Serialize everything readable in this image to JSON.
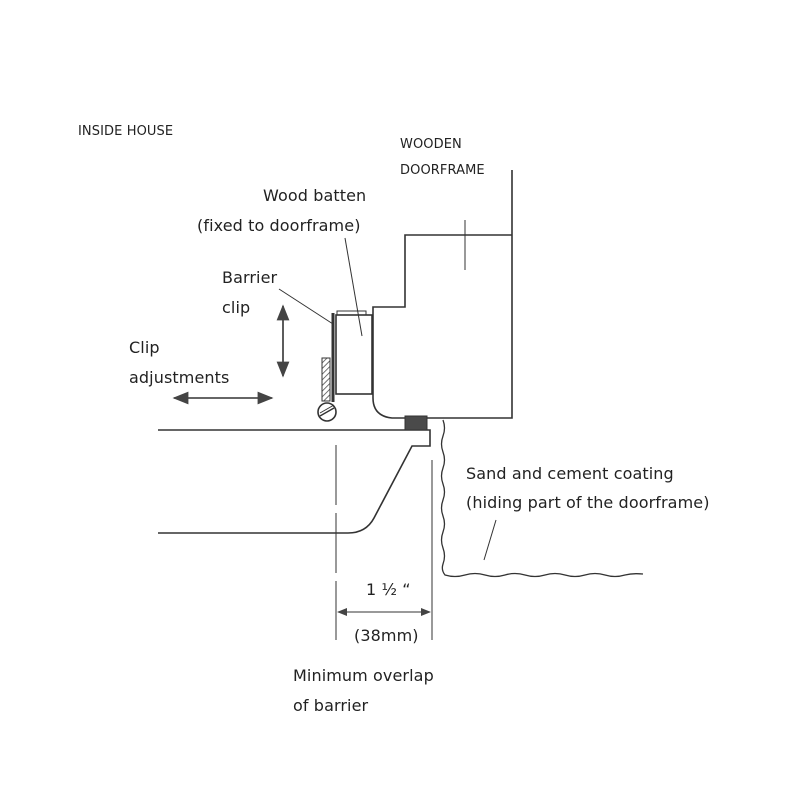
{
  "labels": {
    "inside_house": "INSIDE HOUSE",
    "doorframe_line1": "WOODEN",
    "doorframe_line2": "DOORFRAME",
    "batten_line1": "Wood batten",
    "batten_line2": "(fixed to doorframe)",
    "clip_line1": "Barrier",
    "clip_line2": "clip",
    "adjust_line1": "Clip",
    "adjust_line2": "adjustments",
    "coating_line1": "Sand and cement coating",
    "coating_line2": "(hiding part of the doorframe)",
    "dimension_imperial": "1 ½ “",
    "dimension_metric": "(38mm)",
    "overlap_line1": "Minimum overlap",
    "overlap_line2": "of barrier"
  },
  "colors": {
    "line": "#333333",
    "seal": "#4a4a4a"
  }
}
